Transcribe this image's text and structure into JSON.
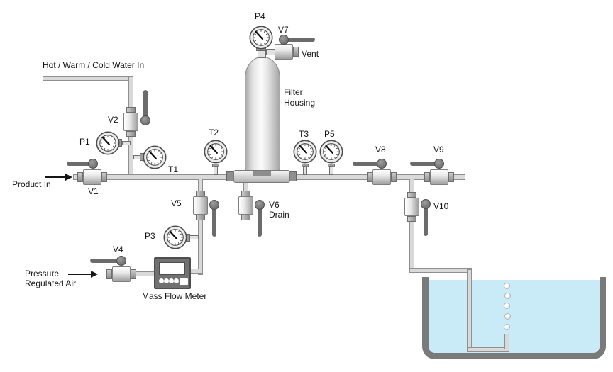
{
  "valves": {
    "v1": "V1",
    "v2": "V2",
    "v3": "",
    "v4": "V4",
    "v5": "V5",
    "v6": "V6",
    "v7": "V7",
    "v8": "V8",
    "v9": "V9",
    "v10": "V10"
  },
  "gauges": {
    "p1": "P1",
    "p3": "P3",
    "p4": "P4",
    "p5": "P5",
    "t1": "T1",
    "t2": "T2",
    "t3": "T3"
  },
  "labels": {
    "water_in": "Hot / Warm / Cold Water In",
    "product_in": "Product In",
    "vent": "Vent",
    "drain": "Drain",
    "filter_housing_line1": "Filter",
    "filter_housing_line2": "Housing",
    "pressure_air_line1": "Pressure",
    "pressure_air_line2": "Regulated Air",
    "mass_flow_meter": "Mass Flow Meter"
  },
  "colors": {
    "water": "#c8ebf7",
    "tank_wall": "#7a7a7a",
    "pipe_fill": "#d9d9d9",
    "pipe_border": "#8f8f8f",
    "handle": "#6b6b6b"
  }
}
